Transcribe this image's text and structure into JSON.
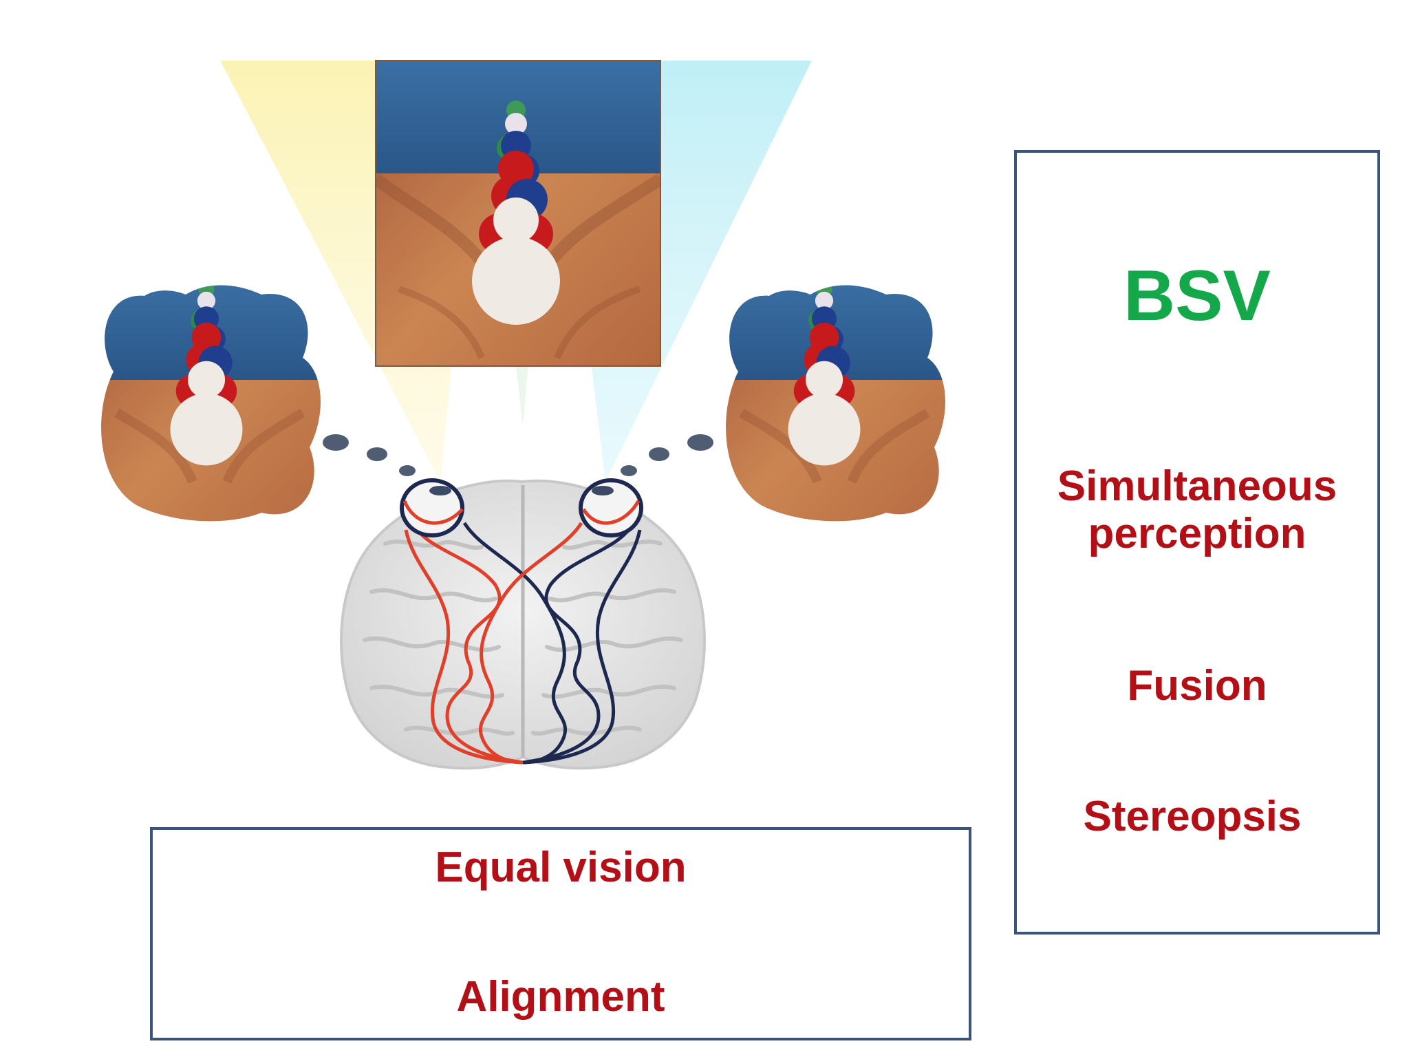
{
  "colors": {
    "title_green": "#14a84b",
    "item_red": "#b30f16",
    "box_border": "#3b5378",
    "sky_blue": "#2f5f96",
    "wood_brown": "#c47a4a",
    "nerve_red": "#e0402a",
    "nerve_navy": "#1c2850"
  },
  "illustration": {
    "icons": [
      "left-eye-view-icon",
      "right-eye-view-icon",
      "fused-image-icon",
      "brain-icon",
      "eye-icon",
      "visual-pathway-icon"
    ]
  },
  "bsv_box": {
    "title": "BSV",
    "items": [
      "Simultaneous\nperception",
      "Fusion",
      "Stereopsis"
    ]
  },
  "requirements_box": {
    "items": [
      "Equal vision",
      "Alignment"
    ]
  }
}
